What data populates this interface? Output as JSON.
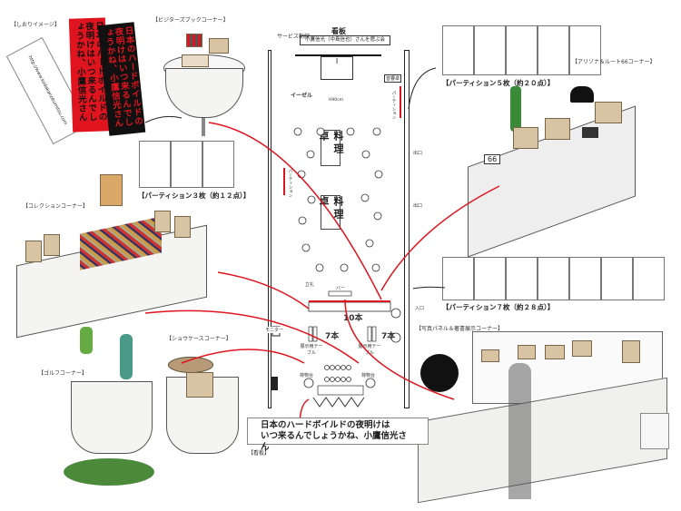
{
  "bookmark": {
    "label": "【しおりイメージ】",
    "url": "http://www.kodakanobumitsu.com",
    "text_red": "日本のハードボイルドの夜明けはいつ来るんでしょうかね、小鷹信光さん",
    "text_black": "日本のハードボイルドの夜明けはいつ来るんでしょうかね、小鷹信光さん"
  },
  "corners": {
    "visitors_book": "【ビジターズブックコーナー】",
    "collection": "【コレクションコーナー】",
    "showcase": "【ショウケースコーナー】",
    "golf": "【ゴルフコーナー】",
    "arizona": "【アリゾナ＆ルート66コーナー】",
    "photo_panel": "【写真パネル＆著書展示コーナー】",
    "partition3": "【パーティション３枚（約１２点）】",
    "partition5": "【パーティション５枚（約２０点）】",
    "partition7": "【パーティション７枚（約２８点）】",
    "signboard": "【看板】"
  },
  "floor_plan": {
    "service_line": "サービス動線",
    "signboard_title": "看板",
    "signboard_text": "小鷹信光（中島信也）さんを偲ぶ会",
    "easel": "イーゼル",
    "height": "H90cm",
    "sound_desk": "音響卓",
    "food_table_1": "料理卓",
    "food_table_2": "料理卓",
    "partition_left": "パーティション",
    "partition_right": "パーティション",
    "exit_1": "出口",
    "exit_2": "出口",
    "entrance": "入口",
    "standing": "立礼",
    "bar": "バー",
    "count_10": "10本",
    "count_7a": "7本",
    "count_7b": "7本",
    "display_table_1": "展示用テーブル",
    "display_table_2": "展示用テーブル",
    "monitor": "モニター",
    "luggage_1": "荷物台",
    "luggage_2": "荷物台"
  },
  "sign_message_line1": "日本のハードボイルドの夜明けは",
  "sign_message_line2": "いつ来るんでしょうかね、小鷹信光さん",
  "route66_sign": "66",
  "colors": {
    "red": "#e0141e",
    "black": "#111111",
    "tan": "#d8c3a3"
  }
}
